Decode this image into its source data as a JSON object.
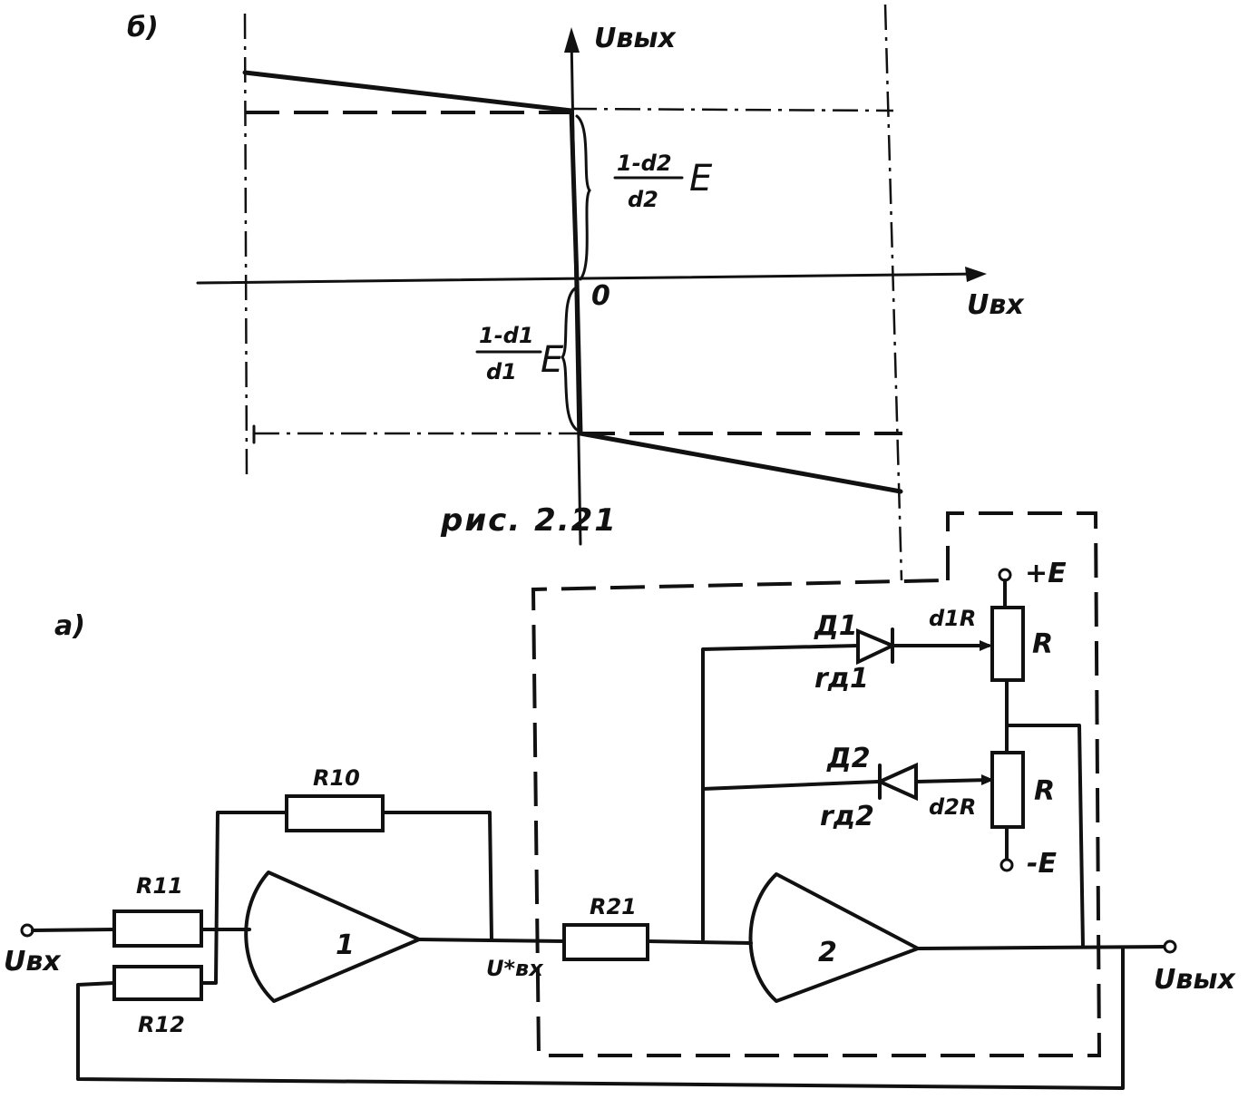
{
  "graph": {
    "panel_label": "б)",
    "y_axis_label": "Uвых",
    "x_axis_label": "Uвх",
    "origin_label": "0",
    "upper_fraction_num": "1-d2",
    "upper_fraction_den": "d2",
    "upper_E": "E",
    "lower_fraction_num": "1-d1",
    "lower_fraction_den": "d1",
    "lower_E": "E"
  },
  "caption": "рис. 2.21",
  "circuit": {
    "panel_label": "а)",
    "r11": "R11",
    "r10": "R10",
    "r12": "R12",
    "r21": "R21",
    "opamp1": "1",
    "opamp2": "2",
    "input_label": "Uвх",
    "intermediate_label": "U*вх",
    "output_label": "Uвых",
    "d1": "Д1",
    "d2": "Д2",
    "rd1": "rд1",
    "rd2": "rд2",
    "pot1": "R",
    "pot2": "R",
    "d1r": "d1R",
    "d2r": "d2R",
    "plus_e": "+E",
    "minus_e": "-E"
  }
}
